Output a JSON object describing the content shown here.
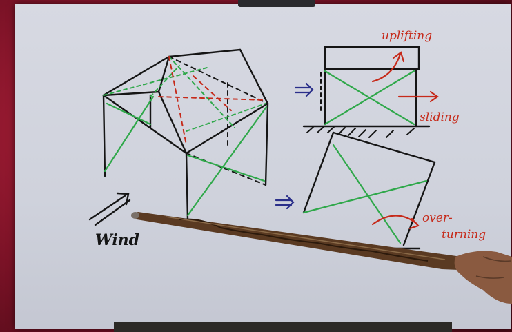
{
  "labels": {
    "uplifting": "uplifting",
    "sliding": "sliding",
    "overturning_line1": "over-",
    "overturning_line2": "turning",
    "wind": "Wind"
  },
  "colors": {
    "ink_black": "#151515",
    "ink_green": "#2fa84a",
    "ink_red": "#c62a1a",
    "ink_blue": "#2a2f8a",
    "board": "#d5d7e0",
    "pointer": "#5a3a22"
  }
}
